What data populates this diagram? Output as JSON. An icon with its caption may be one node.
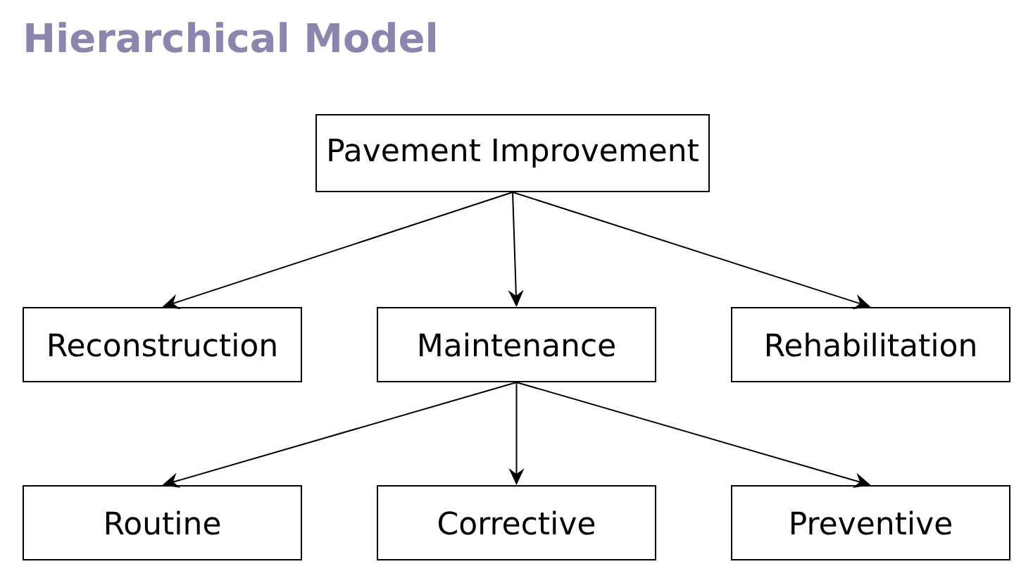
{
  "diagram": {
    "title": "Hierarchical Model",
    "nodes": [
      {
        "text": [
          "Pavement Improvement"
        ]
      },
      {
        "text": [
          "Reconstruction"
        ]
      },
      {
        "text": [
          "Maintenance"
        ]
      },
      {
        "text": [
          "Rehabilitation"
        ]
      },
      {
        "text": [
          "Routine"
        ]
      },
      {
        "text": [
          "Corrective"
        ]
      },
      {
        "text": [
          "Preventive"
        ]
      }
    ],
    "edges": [
      {
        "from": 0,
        "to": 1,
        "arrow": "to"
      },
      {
        "from": 0,
        "to": 2,
        "arrow": "to"
      },
      {
        "from": 0,
        "to": 3,
        "arrow": "to"
      },
      {
        "from": 2,
        "to": 4,
        "arrow": "to"
      },
      {
        "from": 2,
        "to": 5,
        "arrow": "to"
      },
      {
        "from": 2,
        "to": 6,
        "arrow": "to"
      }
    ]
  }
}
